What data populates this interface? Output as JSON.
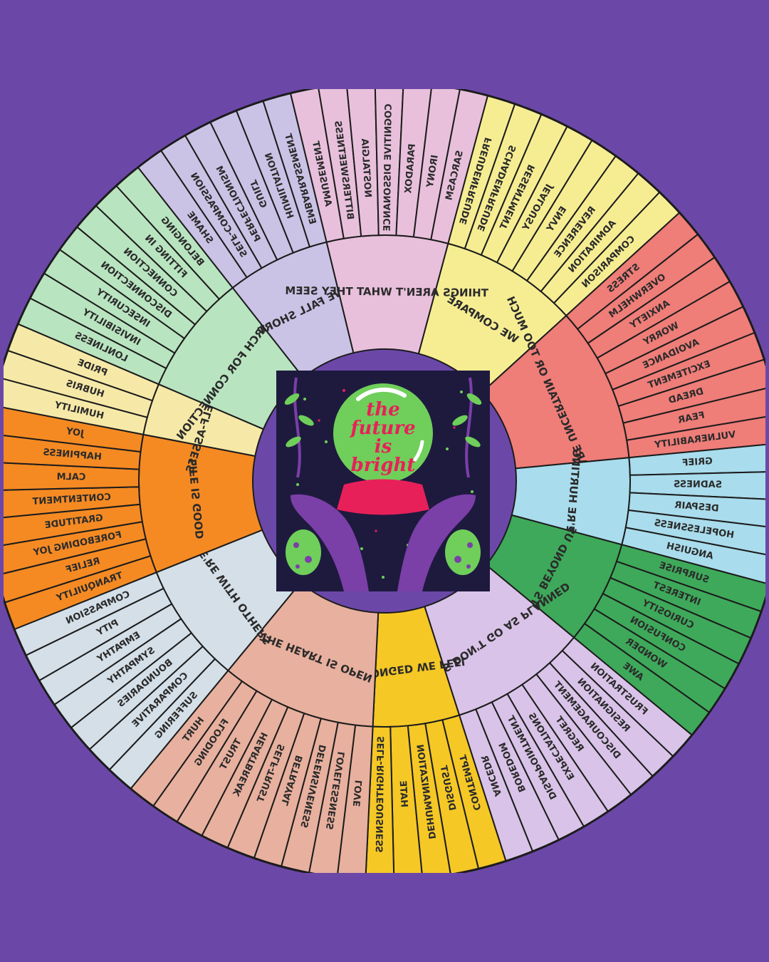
{
  "wheel": {
    "mirrored": true,
    "background": "#6b48a8",
    "outline": "#1c1c1c",
    "sectors": [
      {
        "core": "WE COMPARE",
        "color": "#f6ed93",
        "items": [
          "FREUDENFREUDE",
          "SCHADENFREUDE",
          "RESENTMENT",
          "JEALOUSY",
          "ENVY",
          "REVERENCE",
          "ADMIRATION",
          "COMPARISON"
        ]
      },
      {
        "core": "THINGS ARE UNCERTAIN OR TOO MUCH",
        "color": "#ef7d78",
        "items": [
          "STRESS",
          "OVERWHELM",
          "ANXIETY",
          "WORRY",
          "AVOIDANCE",
          "EXCITEMENT",
          "DREAD",
          "FEAR",
          "VULNERABILITY"
        ]
      },
      {
        "core": "WE'RE HURTING",
        "color": "#a9dcec",
        "items": [
          "GRIEF",
          "SADNESS",
          "DESPAIR",
          "HOPELESSNESS",
          "ANGUISH"
        ]
      },
      {
        "core": "ITS BEYOND US",
        "color": "#3ea95a",
        "items": [
          "SURPRISE",
          "INTEREST",
          "CURIOSITY",
          "CONFUSION",
          "WONDER",
          "AWE"
        ]
      },
      {
        "core": "THINGS DON'T GO AS PLANNED",
        "color": "#d9c3e8",
        "items": [
          "FRUSTRATION",
          "RESIGNATION",
          "DISCOURAGEMENT",
          "REGRET",
          "EXPECTATIONS",
          "DISAPPOINTMENT",
          "BOREDOM",
          "ANCEDR"
        ]
      },
      {
        "core": "WRONGED WE FEEL",
        "color": "#f5c826",
        "items": [
          "CONTEMPT",
          "DISGUST",
          "DEHUMANIZATION",
          "HATE",
          "SELF-RIGHTEOUSNESS"
        ]
      },
      {
        "core": "THE HEART IS OPEN",
        "color": "#e8b09e",
        "items": [
          "LOVE",
          "LOVELESSNESS",
          "DEFENSIVENESS",
          "BETRAYAL",
          "SELF-TRUST",
          "HEARTBREAK",
          "TRUST",
          "FLOODING",
          "HURT"
        ]
      },
      {
        "core": "WE'RE WITH OTHERS",
        "color": "#d4dfe8",
        "items": [
          "SUFFERING",
          "COMPARATIVE",
          "BOUNDARIES",
          "SYMPATHY",
          "EMPATHY",
          "PITY",
          "COMPASSION"
        ]
      },
      {
        "core": "LIFE IS GOOD",
        "color": "#f58a23",
        "items": [
          "TRANQUILITY",
          "RELIEF",
          "FOREBODING JOY",
          "GRATITUDE",
          "CONTENTMENT",
          "CALM",
          "HAPPINESS",
          "JOY"
        ]
      },
      {
        "core": "TO SELF-ASSESS",
        "color": "#f6e9a8",
        "items": [
          "HUMILITY",
          "HUBRIS",
          "PRIDE"
        ]
      },
      {
        "core": "WE SEARCH FOR CONNECTION",
        "color": "#b9e4c0",
        "items": [
          "LONLINESS",
          "INVISIBILITY",
          "INSECURITY",
          "DISCONNECTION",
          "CONNECTION",
          "FITTING IN",
          "BELONGING"
        ]
      },
      {
        "core": "WE FALL SHORT",
        "color": "#cbc3e6",
        "items": [
          "SHAME",
          "SELF-COMPASSION",
          "PERFECTIONISM",
          "GUILT",
          "HUMILIATION",
          "EMBARRASSMENT"
        ]
      },
      {
        "core": "THINGS AREN'T WHAT THEY SEEM",
        "color": "#e8c0dc",
        "items": [
          "AMUSEMENT",
          "BITTERSWEETNESS",
          "NOSTALGIA",
          "COGNITIVE DISSONANCE",
          "PARADOX",
          "IRONY",
          "SARCASM"
        ]
      }
    ]
  },
  "sticker": {
    "background": "#1e1a3e",
    "tagline": [
      "the",
      "future",
      "is",
      "bright"
    ],
    "accent_green": "#6fcf5a",
    "accent_pink": "#e8205a",
    "accent_purple": "#7b3fa8"
  }
}
